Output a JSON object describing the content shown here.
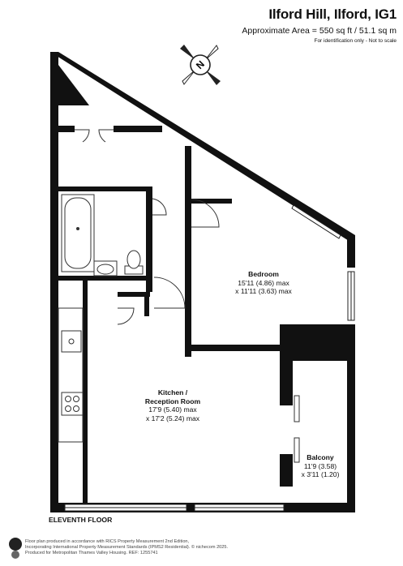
{
  "header": {
    "address": "Ilford Hill, Ilford, IG1",
    "area": "Approximate Area = 550 sq ft / 51.1 sq m",
    "note": "For identification only - Not to scale"
  },
  "compass": {
    "letter": "N"
  },
  "rooms": {
    "bedroom": {
      "name": "Bedroom",
      "dim1": "15'11 (4.86) max",
      "dim2": "x 11'11 (3.63) max"
    },
    "kitchen": {
      "name": "Kitchen /",
      "name2": "Reception Room",
      "dim1": "17'9 (5.40) max",
      "dim2": "x 17'2 (5.24) max"
    },
    "balcony": {
      "name": "Balcony",
      "dim1": "11'9 (3.58)",
      "dim2": "x 3'11 (1.20)"
    }
  },
  "floor_label": "ELEVENTH FLOOR",
  "footer": {
    "line1": "Floor plan produced in accordance with RICS Property Measurement 2nd Edition,",
    "line2": "Incorporating International Property Measurement Standards (IPMS2 Residential). © nichecom 2025.",
    "line3": "Produced for Metropolitan Thames Valley Housing.   REF: 1255741"
  },
  "colors": {
    "wall": "#111111",
    "line": "#333333"
  }
}
